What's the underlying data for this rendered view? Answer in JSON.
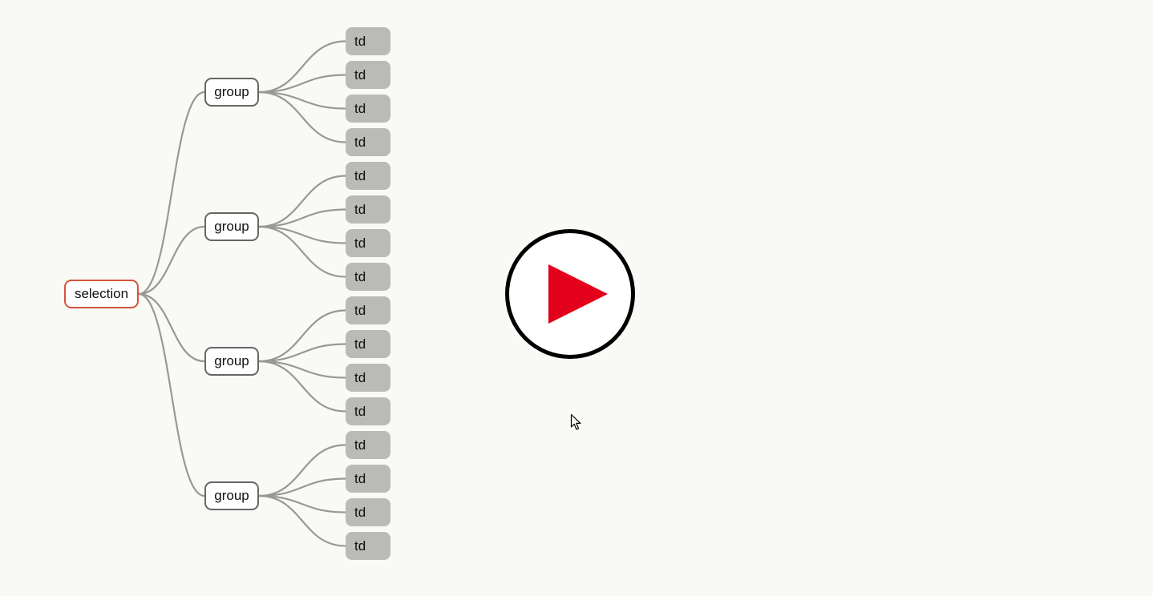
{
  "tree": {
    "root": {
      "label": "selection"
    },
    "groups": [
      {
        "label": "group",
        "children": [
          "td",
          "td",
          "td",
          "td"
        ]
      },
      {
        "label": "group",
        "children": [
          "td",
          "td",
          "td",
          "td"
        ]
      },
      {
        "label": "group",
        "children": [
          "td",
          "td",
          "td",
          "td"
        ]
      },
      {
        "label": "group",
        "children": [
          "td",
          "td",
          "td",
          "td"
        ]
      }
    ]
  },
  "colors": {
    "background": "#f9faf6",
    "root_border": "#d4553a",
    "group_border": "#666666",
    "leaf_fill": "#babab6",
    "link": "#999994",
    "play_triangle": "#e3001b",
    "play_ring": "#000000"
  },
  "icons": {
    "play_button": "play-icon",
    "cursor": "mouse-pointer-icon"
  }
}
